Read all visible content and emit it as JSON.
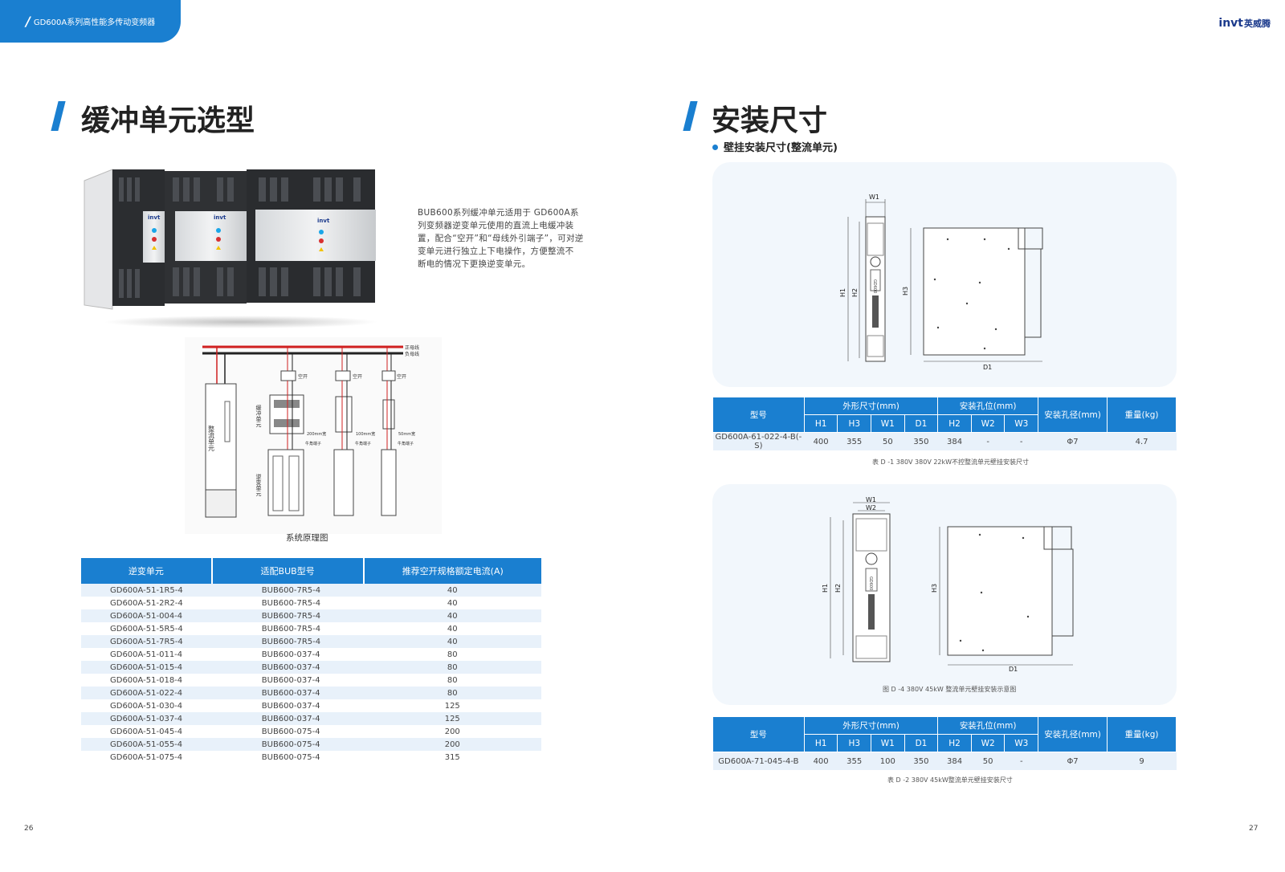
{
  "header": {
    "series_title": "GD600A系列高性能多传动变频器",
    "logo": "invt",
    "logo_sub": "英威腾"
  },
  "left": {
    "title": "缓冲单元选型",
    "description": [
      "BUB600系列缓冲单元适用于 GD600A系",
      "列变频器逆变单元使用的直流上电缓冲装",
      "置，配合“空开”和“母线外引端子”，可对逆",
      "变单元进行独立上下电操作，方便整流不",
      "断电的情况下更换逆变单元。"
    ],
    "product_labels": [
      "invt",
      "invt",
      "invt"
    ],
    "diagram": {
      "caption": "系统原理图",
      "bus_pos": "正母线",
      "bus_neg": "负母线",
      "breaker": "空开",
      "breaker2": "空开",
      "breaker3": "空开",
      "rect_label": "整流单元",
      "buf_label": "缓冲单元",
      "inv_label": "逆变单元",
      "w200": "200mm宽",
      "w100": "100mm宽",
      "w50": "50mm宽",
      "term1": "牛角端子",
      "term2": "牛角端子",
      "term3": "牛角端子"
    },
    "table": {
      "headers": [
        "逆变单元",
        "适配BUB型号",
        "推荐空开规格额定电流(A)"
      ],
      "rows": [
        [
          "GD600A-51-1R5-4",
          "BUB600-7R5-4",
          "40"
        ],
        [
          "GD600A-51-2R2-4",
          "BUB600-7R5-4",
          "40"
        ],
        [
          "GD600A-51-004-4",
          "BUB600-7R5-4",
          "40"
        ],
        [
          "GD600A-51-5R5-4",
          "BUB600-7R5-4",
          "40"
        ],
        [
          "GD600A-51-7R5-4",
          "BUB600-7R5-4",
          "40"
        ],
        [
          "GD600A-51-011-4",
          "BUB600-037-4",
          "80"
        ],
        [
          "GD600A-51-015-4",
          "BUB600-037-4",
          "80"
        ],
        [
          "GD600A-51-018-4",
          "BUB600-037-4",
          "80"
        ],
        [
          "GD600A-51-022-4",
          "BUB600-037-4",
          "80"
        ],
        [
          "GD600A-51-030-4",
          "BUB600-037-4",
          "125"
        ],
        [
          "GD600A-51-037-4",
          "BUB600-037-4",
          "125"
        ],
        [
          "GD600A-51-045-4",
          "BUB600-075-4",
          "200"
        ],
        [
          "GD600A-51-055-4",
          "BUB600-075-4",
          "200"
        ],
        [
          "GD600A-51-075-4",
          "BUB600-075-4",
          "315"
        ]
      ]
    },
    "page_number": "26"
  },
  "right": {
    "title": "安装尺寸",
    "subtitle": "壁挂安装尺寸(整流单元)",
    "fig1": {
      "w1": "W1",
      "h1": "H1",
      "h2": "H2",
      "h3": "H3",
      "d1": "D1",
      "device_text": "GD600"
    },
    "table1": {
      "col_model": "型号",
      "group_outer": "外形尺寸(mm)",
      "group_mount": "安装孔位(mm)",
      "col_hole": "安装孔径(mm)",
      "col_weight": "重量(kg)",
      "sub": [
        "H1",
        "H3",
        "W1",
        "D1",
        "H2",
        "W2",
        "W3"
      ],
      "row": [
        "GD600A-61-022-4-B(-S)",
        "400",
        "355",
        "50",
        "350",
        "384",
        "-",
        "-",
        "Φ7",
        "4.7"
      ],
      "caption": "表 D -1 380V 380V 22kW不控整流单元壁挂安装尺寸"
    },
    "fig2": {
      "w1": "W1",
      "w2": "W2",
      "h1": "H1",
      "h2": "H2",
      "h3": "H3",
      "d1": "D1",
      "device_text": "GD600",
      "caption": "图 D -4 380V 45kW 整流单元壁挂安装示意图"
    },
    "table2": {
      "col_model": "型号",
      "group_outer": "外形尺寸(mm)",
      "group_mount": "安装孔位(mm)",
      "col_hole": "安装孔径(mm)",
      "col_weight": "重量(kg)",
      "sub": [
        "H1",
        "H3",
        "W1",
        "D1",
        "H2",
        "W2",
        "W3"
      ],
      "row": [
        "GD600A-71-045-4-B",
        "400",
        "355",
        "100",
        "350",
        "384",
        "50",
        "-",
        "Φ7",
        "9"
      ],
      "caption": "表 D -2 380V 45kW整流单元壁挂安装尺寸"
    },
    "page_number": "27"
  },
  "colors": {
    "accent": "#1a7fd0",
    "row_alt": "#e8f1fa",
    "panel": "#f2f7fc"
  }
}
